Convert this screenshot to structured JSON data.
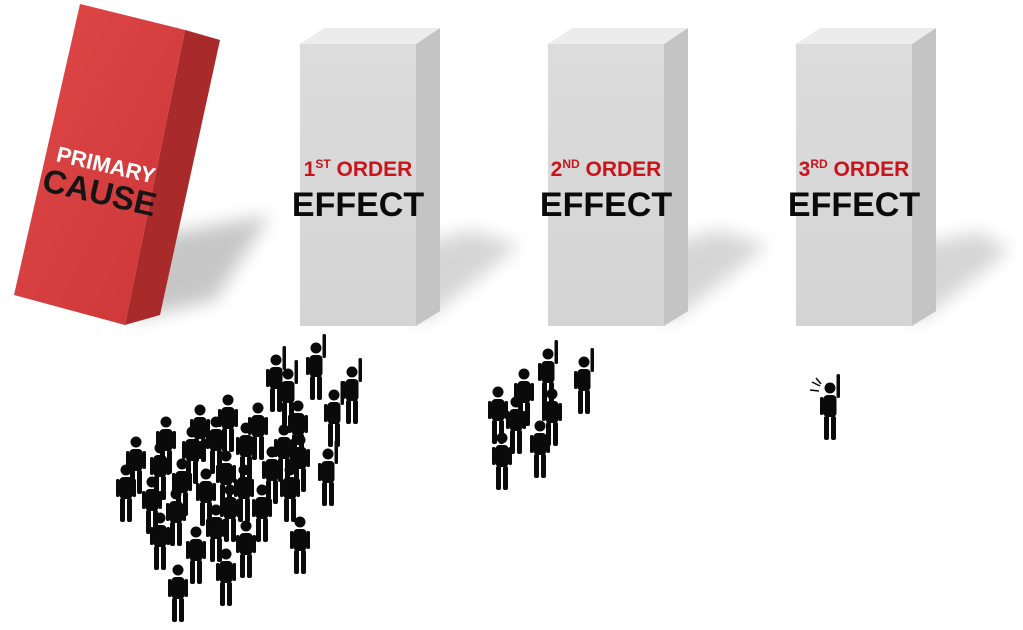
{
  "primary": {
    "line1": "PRIMARY",
    "line2": "CAUSE",
    "color": "#d94040"
  },
  "effects": [
    {
      "num": "1",
      "sup": "ST",
      "order": " ORDER",
      "effect": "EFFECT"
    },
    {
      "num": "2",
      "sup": "ND",
      "order": " ORDER",
      "effect": "EFFECT"
    },
    {
      "num": "3",
      "sup": "RD",
      "order": " ORDER",
      "effect": "EFFECT"
    }
  ],
  "colors": {
    "block_face": "#d9d9d9",
    "block_side": "#c2c2c2",
    "block_top": "#ebebeb",
    "accent": "#c8141b",
    "people": "#0a0a0a"
  },
  "icons": {
    "crowd_large": "people-crowd-icon",
    "crowd_medium": "people-group-icon",
    "single_person": "person-speaking-icon"
  },
  "crowd_sizes": {
    "first_order": 50,
    "second_order": 10,
    "third_order": 1
  }
}
